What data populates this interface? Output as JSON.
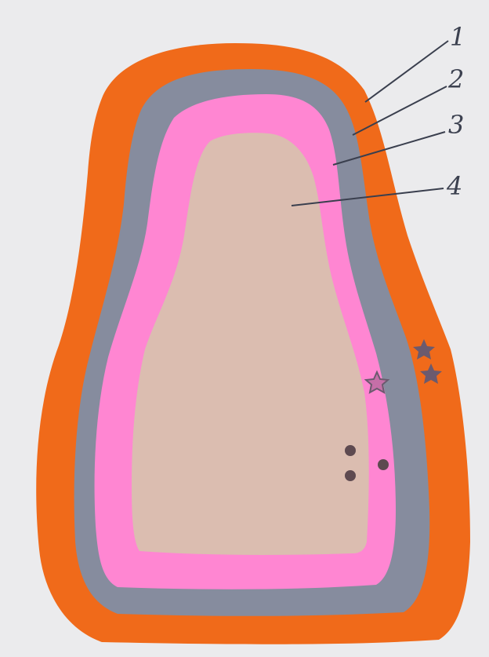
{
  "colors": {
    "background": "#ebebed",
    "layer1": "#f06a1a",
    "layer2": "#868c9e",
    "layer3": "#ff86d2",
    "layer4": "#dbbdb0",
    "leader": "#3a3f4e",
    "star": "#6b5a6e",
    "dot": "#5e4a50"
  },
  "labels": {
    "layer1": "1",
    "layer2": "2",
    "layer3": "3",
    "layer4": "4"
  },
  "decorations": {
    "star_icon": "star-icon",
    "dot_icon": "dot-icon"
  }
}
